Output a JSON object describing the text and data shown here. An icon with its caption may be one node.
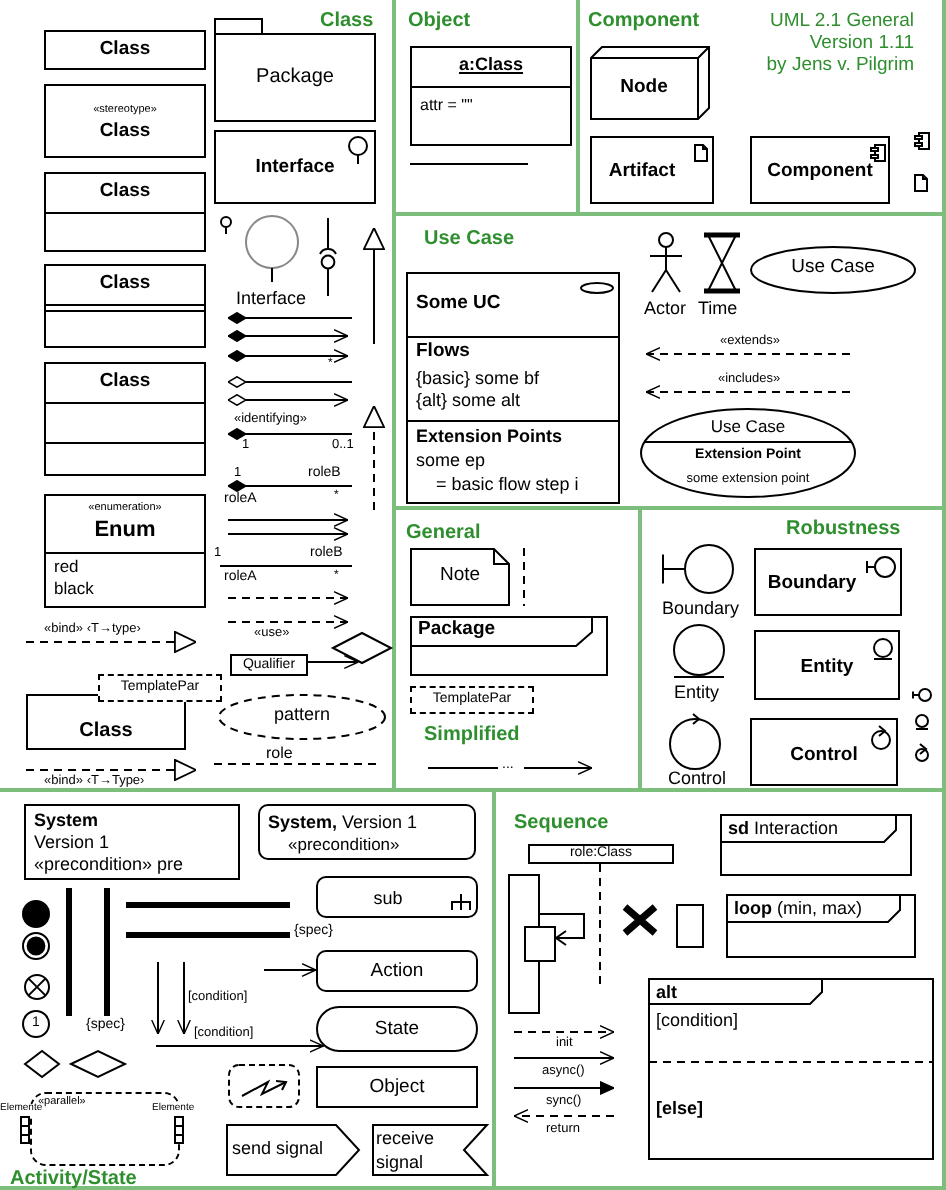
{
  "diagram": {
    "title": "UML 2.1 General",
    "nodes": [
      {
        "text": [
          "Class"
        ]
      },
      {
        "text": [
          "Class"
        ],
        "in": 0
      },
      {
        "text": [
          "«stereotype»",
          "Class"
        ],
        "in": 0
      },
      {
        "text": [
          "Class"
        ],
        "in": 0
      },
      {
        "text": [
          "Class"
        ],
        "in": 0
      },
      {
        "text": [
          "Class"
        ],
        "in": 0
      },
      {
        "text": [
          "Package"
        ],
        "in": 0
      },
      {
        "text": [
          "Interface"
        ],
        "in": 0
      },
      {
        "text": [
          "«enumeration»",
          "Enum",
          "red",
          "black"
        ],
        "in": 0
      },
      {
        "text": [
          "Qualifier"
        ],
        "in": 0
      },
      {
        "text": [],
        "shape": "diamond",
        "in": 0
      },
      {
        "text": [
          "TemplatePar"
        ],
        "in": 0
      },
      {
        "text": [
          "Class"
        ],
        "in": 0
      },
      {
        "text": [
          "pattern"
        ],
        "in": 0
      },
      {
        "text": [
          "Object"
        ]
      },
      {
        "text": [
          "a:Class",
          "attr = \"\""
        ],
        "in": 14
      },
      {
        "text": [
          "Component"
        ]
      },
      {
        "text": [
          "Node"
        ],
        "in": 16
      },
      {
        "text": [
          "Artifact"
        ],
        "in": 16
      },
      {
        "text": [
          "Component"
        ],
        "in": 16
      },
      {
        "text": [
          "Use Case"
        ]
      },
      {
        "text": [
          "Some UC",
          "Flows",
          "{basic} some bf",
          "{alt} some alt",
          "Extension Points",
          "some ep",
          "= basic flow step i"
        ],
        "in": 20
      },
      {
        "text": [
          "Use Case"
        ],
        "in": 20
      },
      {
        "text": [
          "Use Case",
          "Extension Point",
          "some extension point"
        ],
        "in": 20
      },
      {
        "text": [
          "General"
        ]
      },
      {
        "text": [
          "Note"
        ],
        "in": 24
      },
      {
        "text": [
          "Package"
        ],
        "in": 24
      },
      {
        "text": [
          "TemplatePar"
        ],
        "in": 24
      },
      {
        "text": [
          "Robustness"
        ]
      },
      {
        "text": [
          "Boundary"
        ],
        "in": 28
      },
      {
        "text": [
          "Entity"
        ],
        "in": 28
      },
      {
        "text": [
          "Control"
        ],
        "in": 28
      },
      {
        "text": [
          "Activity/State"
        ]
      },
      {
        "text": [
          "System",
          "Version 1",
          "«precondition» pre"
        ],
        "in": 32
      },
      {
        "text": [
          "**System,** Version 1",
          "«precondition»"
        ],
        "in": 32
      },
      {
        "text": [
          "1"
        ],
        "in": 32
      },
      {
        "text": [
          "sub"
        ],
        "in": 32
      },
      {
        "text": [
          "Action"
        ],
        "in": 32
      },
      {
        "text": [
          "State"
        ],
        "in": 32
      },
      {
        "text": [
          "Object"
        ],
        "in": 32
      },
      {
        "text": [
          "send signal"
        ],
        "in": 32
      },
      {
        "text": [
          "receive signal"
        ],
        "in": 32
      },
      {
        "text": [
          "«parallel»"
        ],
        "in": 32
      },
      {
        "text": [
          "Sequence"
        ]
      },
      {
        "text": [
          "role:Class"
        ],
        "in": 43
      },
      {
        "text": [
          "**sd** Interaction"
        ],
        "in": 43
      },
      {
        "text": [
          "**loop** (min, max)"
        ],
        "in": 43
      },
      {
        "text": [
          "alt",
          "[condition]",
          "[else]"
        ],
        "in": 43
      },
      {
        "text": [],
        "shape": "bar",
        "in": 32
      },
      {
        "text": [],
        "shape": "bar",
        "in": 32
      },
      {
        "text": [],
        "shape": "bar",
        "in": 32
      },
      {
        "text": [],
        "shape": "bar",
        "in": 32
      }
    ],
    "edges": [
      {
        "from": 9,
        "to": 10,
        "arrow": "to"
      },
      {
        "from": null,
        "to": 37,
        "arrow": "to"
      },
      {
        "from": null,
        "to": 38,
        "arrow": "to",
        "label": "[condition]"
      }
    ],
    "labels": [
      "Version 1.11",
      "by Jens v. Pilgrim",
      "Interface",
      "*",
      "«identifying»",
      "1",
      "0..1",
      "1",
      "roleB",
      "*",
      "roleA",
      "1",
      "roleB",
      "*",
      "roleA",
      "«bind» ‹T→type›",
      "«use»",
      "role",
      "«bind» ‹T→Type›",
      "Actor",
      "Time",
      "«extends»",
      "«includes»",
      "Simplified",
      "...",
      "Boundary",
      "Entity",
      "Control",
      "{spec}",
      "[condition]",
      "{spec}",
      "Elemente",
      "Elemente",
      "init",
      "async()",
      "sync()",
      "return"
    ]
  }
}
